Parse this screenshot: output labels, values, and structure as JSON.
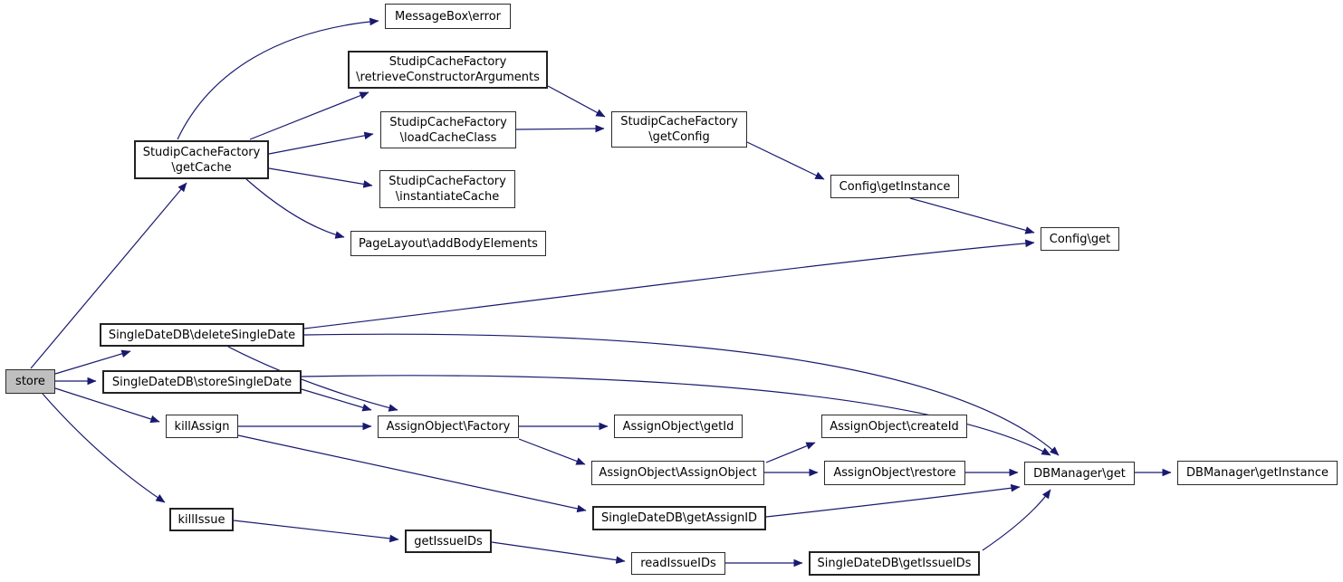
{
  "diagram": {
    "type": "doxygen-call-graph",
    "background_color": "#ffffff",
    "edge_color": "#191970",
    "node_fill": "#ffffff",
    "node_border_color": "#2b2b2b",
    "current_node_fill": "#bfbfbf",
    "text_color": "#000000"
  },
  "nodes": {
    "store": {
      "label": "store"
    },
    "getCache": {
      "label": "StudipCacheFactory\n\\getCache"
    },
    "msgbox": {
      "label": "MessageBox\\error"
    },
    "retrieve": {
      "label": "StudipCacheFactory\n\\retrieveConstructorArguments"
    },
    "load": {
      "label": "StudipCacheFactory\n\\loadCacheClass"
    },
    "inst": {
      "label": "StudipCacheFactory\n\\instantiateCache"
    },
    "pagelayout": {
      "label": "PageLayout\\addBodyElements"
    },
    "getConfig": {
      "label": "StudipCacheFactory\n\\getConfig"
    },
    "cfgInst": {
      "label": "Config\\getInstance"
    },
    "cfgGet": {
      "label": "Config\\get"
    },
    "deleteSD": {
      "label": "SingleDateDB\\deleteSingleDate"
    },
    "storeSD": {
      "label": "SingleDateDB\\storeSingleDate"
    },
    "killAssign": {
      "label": "killAssign"
    },
    "factory": {
      "label": "AssignObject\\Factory"
    },
    "getId": {
      "label": "AssignObject\\getId"
    },
    "createId": {
      "label": "AssignObject\\createId"
    },
    "assignObj": {
      "label": "AssignObject\\AssignObject"
    },
    "restore": {
      "label": "AssignObject\\restore"
    },
    "dbGet": {
      "label": "DBManager\\get"
    },
    "dbGetInst": {
      "label": "DBManager\\getInstance"
    },
    "getAssignID": {
      "label": "SingleDateDB\\getAssignID"
    },
    "killIssue": {
      "label": "killIssue"
    },
    "getIssueIDs": {
      "label": "getIssueIDs"
    },
    "readIssueIDs": {
      "label": "readIssueIDs"
    },
    "sdGetIssueIDs": {
      "label": "SingleDateDB\\getIssueIDs"
    }
  },
  "edges": [
    "store->StudipCacheFactory\\getCache",
    "store->SingleDateDB\\deleteSingleDate",
    "store->SingleDateDB\\storeSingleDate",
    "store->killAssign",
    "store->killIssue",
    "StudipCacheFactory\\getCache->MessageBox\\error",
    "StudipCacheFactory\\getCache->StudipCacheFactory\\retrieveConstructorArguments",
    "StudipCacheFactory\\getCache->StudipCacheFactory\\loadCacheClass",
    "StudipCacheFactory\\getCache->StudipCacheFactory\\instantiateCache",
    "StudipCacheFactory\\getCache->PageLayout\\addBodyElements",
    "StudipCacheFactory\\retrieveConstructorArguments->StudipCacheFactory\\getConfig",
    "StudipCacheFactory\\loadCacheClass->StudipCacheFactory\\getConfig",
    "StudipCacheFactory\\getConfig->Config\\getInstance",
    "Config\\getInstance->Config\\get",
    "SingleDateDB\\deleteSingleDate->Config\\get",
    "SingleDateDB\\deleteSingleDate->DBManager\\get",
    "SingleDateDB\\deleteSingleDate->AssignObject\\Factory",
    "SingleDateDB\\storeSingleDate->DBManager\\get",
    "SingleDateDB\\storeSingleDate->AssignObject\\Factory",
    "killAssign->AssignObject\\Factory",
    "killAssign->SingleDateDB\\getAssignID",
    "AssignObject\\Factory->AssignObject\\getId",
    "AssignObject\\Factory->AssignObject\\AssignObject",
    "AssignObject\\AssignObject->AssignObject\\createId",
    "AssignObject\\AssignObject->AssignObject\\restore",
    "AssignObject\\restore->DBManager\\get",
    "DBManager\\get->DBManager\\getInstance",
    "SingleDateDB\\getAssignID->DBManager\\get",
    "killIssue->getIssueIDs",
    "getIssueIDs->readIssueIDs",
    "readIssueIDs->SingleDateDB\\getIssueIDs",
    "SingleDateDB\\getIssueIDs->DBManager\\get"
  ]
}
